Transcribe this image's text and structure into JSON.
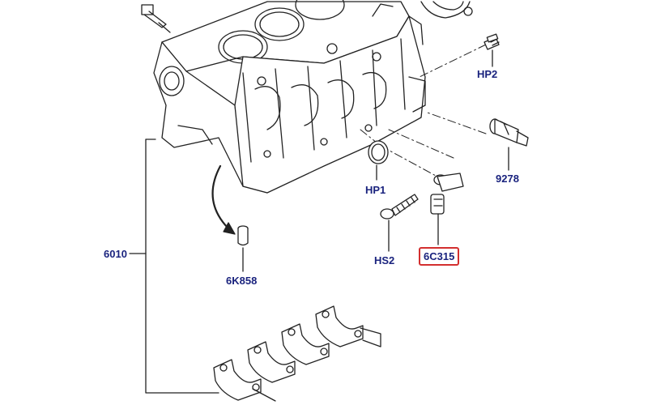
{
  "parts": [
    {
      "id": "hp2",
      "code": "HP2"
    },
    {
      "id": "9278",
      "code": "9278"
    },
    {
      "id": "hp1",
      "code": "HP1"
    },
    {
      "id": "hs2",
      "code": "HS2"
    },
    {
      "id": "6c315",
      "code": "6C315",
      "highlighted": true
    },
    {
      "id": "6010",
      "code": "6010"
    },
    {
      "id": "6k858",
      "code": "6K858"
    }
  ],
  "colors": {
    "label": "#1a237e",
    "highlight": "#d32f2f",
    "line": "#222222"
  }
}
